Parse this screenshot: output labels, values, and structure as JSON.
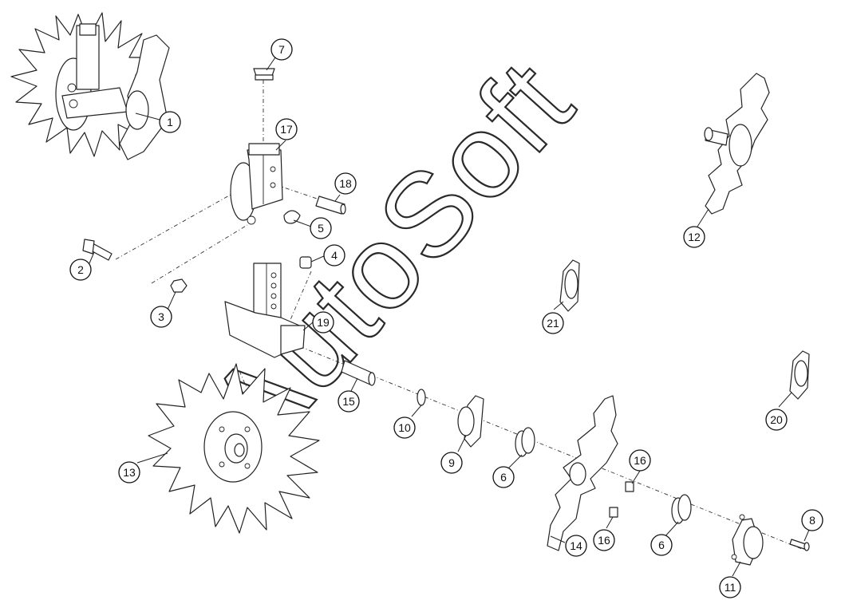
{
  "watermark": {
    "text": "AutoSoft"
  },
  "callouts": [
    {
      "label": "1"
    },
    {
      "label": "2"
    },
    {
      "label": "3"
    },
    {
      "label": "4"
    },
    {
      "label": "5"
    },
    {
      "label": "6"
    },
    {
      "label": "6"
    },
    {
      "label": "7"
    },
    {
      "label": "8"
    },
    {
      "label": "9"
    },
    {
      "label": "10"
    },
    {
      "label": "11"
    },
    {
      "label": "12"
    },
    {
      "label": "13"
    },
    {
      "label": "14"
    },
    {
      "label": "15"
    },
    {
      "label": "16"
    },
    {
      "label": "16"
    },
    {
      "label": "17"
    },
    {
      "label": "18"
    },
    {
      "label": "19"
    },
    {
      "label": "20"
    },
    {
      "label": "21"
    }
  ]
}
